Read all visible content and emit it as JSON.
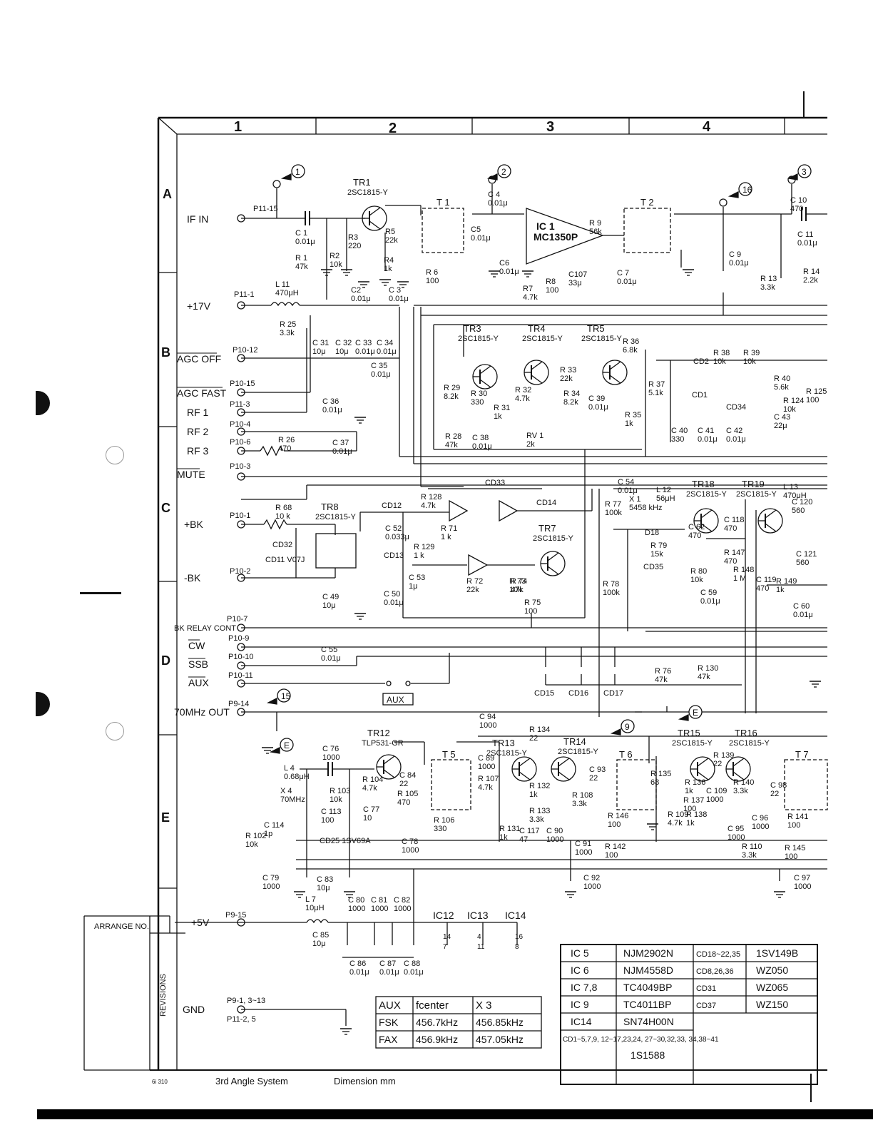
{
  "title_block": {
    "arrange_no": "ARRANGE NO.",
    "revisions": "REVISIONS",
    "sheet_code": "6i 310",
    "angle_system": "3rd Angle System",
    "dimension": "Dimension mm"
  },
  "columns": [
    "1",
    "2",
    "3",
    "4"
  ],
  "rows": [
    "A",
    "B",
    "C",
    "D",
    "E"
  ],
  "connectors": [
    {
      "label": "IF IN",
      "pin": "P11-15"
    },
    {
      "label": "+17V",
      "pin": "P11-1"
    },
    {
      "label": "AGC OFF",
      "pin": "P10-12"
    },
    {
      "label": "AGC FAST",
      "pin": "P10-15"
    },
    {
      "label": "RF 1",
      "pin": "P11-3"
    },
    {
      "label": "RF 2",
      "pin": "P10-4"
    },
    {
      "label": "RF 3",
      "pin": "P10-6"
    },
    {
      "label": "MUTE",
      "pin": "P10-3"
    },
    {
      "label": "+BK",
      "pin": "P10-1"
    },
    {
      "label": "-BK",
      "pin": "P10-2"
    },
    {
      "label": "BK RELAY CONT",
      "pin": "P10-7"
    },
    {
      "label": "CW",
      "pin": "P10-9"
    },
    {
      "label": "SSB",
      "pin": "P10-10"
    },
    {
      "label": "AUX",
      "pin": "P10-11"
    },
    {
      "label": "70MHz OUT",
      "pin": "P9-14"
    },
    {
      "label": "+5V",
      "pin": "P9-15"
    },
    {
      "label": "GND",
      "pin": "P9-1, 3~13"
    },
    {
      "label": "",
      "pin": "P11-2, 5"
    }
  ],
  "test_points": [
    "1",
    "2",
    "3",
    "16",
    "15",
    "9",
    "E",
    "E"
  ],
  "transistors": [
    {
      "ref": "TR1",
      "type": "2SC1815-Y"
    },
    {
      "ref": "TR3",
      "type": "2SC1815-Y"
    },
    {
      "ref": "TR4",
      "type": "2SC1815-Y"
    },
    {
      "ref": "TR5",
      "type": "2SC1815-Y"
    },
    {
      "ref": "TR7",
      "type": "2SC1815-Y"
    },
    {
      "ref": "TR8",
      "type": "2SC1815-Y"
    },
    {
      "ref": "TR12",
      "type": "TLP531-GR"
    },
    {
      "ref": "TR13",
      "type": "2SC1815-Y"
    },
    {
      "ref": "TR14",
      "type": "2SC1815-Y"
    },
    {
      "ref": "TR15",
      "type": "2SC1815-Y"
    },
    {
      "ref": "TR16",
      "type": "2SC1815-Y"
    },
    {
      "ref": "TR18",
      "type": "2SC1815-Y"
    },
    {
      "ref": "TR19",
      "type": "2SC1815-Y"
    }
  ],
  "ic1": {
    "ref": "IC 1",
    "type": "MC1350P"
  },
  "transformers": [
    "T 1",
    "T 2",
    "T 5",
    "T 6",
    "T 7"
  ],
  "parts_a": [
    {
      "ref": "C 1",
      "value": "0.01μ"
    },
    {
      "ref": "R 1",
      "value": "47k"
    },
    {
      "ref": "R2",
      "value": "10k"
    },
    {
      "ref": "R3",
      "value": "220"
    },
    {
      "ref": "R5",
      "value": "22k"
    },
    {
      "ref": "R4",
      "value": "1k"
    },
    {
      "ref": "C2",
      "value": "0.01μ"
    },
    {
      "ref": "C 3",
      "value": "0.01μ"
    },
    {
      "ref": "C 4",
      "value": "0.01μ"
    },
    {
      "ref": "C5",
      "value": "0.01μ"
    },
    {
      "ref": "R 6",
      "value": "100"
    },
    {
      "ref": "C6",
      "value": "0.01μ"
    },
    {
      "ref": "R7",
      "value": "4.7k"
    },
    {
      "ref": "R8",
      "value": "100"
    },
    {
      "ref": "R 9",
      "value": "56k"
    },
    {
      "ref": "C107",
      "value": "33μ"
    },
    {
      "ref": "C 7",
      "value": "0.01μ"
    },
    {
      "ref": "C 9",
      "value": "0.01μ"
    },
    {
      "ref": "C 10",
      "value": "470"
    },
    {
      "ref": "C 11",
      "value": "0.01μ"
    },
    {
      "ref": "R 13",
      "value": "3.3k"
    },
    {
      "ref": "R 14",
      "value": "2.2k"
    },
    {
      "ref": "L 11",
      "value": "470μH"
    },
    {
      "ref": "R 25",
      "value": "3.3k"
    }
  ],
  "parts_b": [
    {
      "ref": "C 31",
      "value": "10μ"
    },
    {
      "ref": "C 32",
      "value": "10μ"
    },
    {
      "ref": "C 33",
      "value": "0.01μ"
    },
    {
      "ref": "C 34",
      "value": "0.01μ"
    },
    {
      "ref": "C 35",
      "value": "0.01μ"
    },
    {
      "ref": "C 36",
      "value": "0.01μ"
    },
    {
      "ref": "R 26",
      "value": "470"
    },
    {
      "ref": "C 37",
      "value": "0.01μ"
    },
    {
      "ref": "R 36",
      "value": "6.8k"
    },
    {
      "ref": "R 29",
      "value": "8.2k"
    },
    {
      "ref": "R 30",
      "value": "330"
    },
    {
      "ref": "R 31",
      "value": "1k"
    },
    {
      "ref": "R 32",
      "value": "4.7k"
    },
    {
      "ref": "R 33",
      "value": "22k"
    },
    {
      "ref": "R 34",
      "value": "8.2k"
    },
    {
      "ref": "C 39",
      "value": "0.01μ"
    },
    {
      "ref": "R 35",
      "value": "1k"
    },
    {
      "ref": "R 37",
      "value": "5.1k"
    },
    {
      "ref": "R 28",
      "value": "47k"
    },
    {
      "ref": "C 38",
      "value": "0.01μ"
    },
    {
      "ref": "RV 1",
      "value": "2k"
    },
    {
      "ref": "C 40",
      "value": "330"
    },
    {
      "ref": "C 41",
      "value": "0.01μ"
    },
    {
      "ref": "C 42",
      "value": "0.01μ"
    },
    {
      "ref": "R 38",
      "value": "10k"
    },
    {
      "ref": "R 39",
      "value": "10k"
    },
    {
      "ref": "R 40",
      "value": "5.6k"
    },
    {
      "ref": "R 124",
      "value": "10k"
    },
    {
      "ref": "C 43",
      "value": "22μ"
    },
    {
      "ref": "R 125",
      "value": "100"
    }
  ],
  "parts_c": [
    {
      "ref": "R 68",
      "value": "10 k"
    },
    {
      "ref": "R 128",
      "value": "4.7k"
    },
    {
      "ref": "C 52",
      "value": "0.033μ"
    },
    {
      "ref": "R 71",
      "value": "1 k"
    },
    {
      "ref": "R 129",
      "value": "1 k"
    },
    {
      "ref": "C 53",
      "value": "1μ"
    },
    {
      "ref": "R 72",
      "value": "22k"
    },
    {
      "ref": "R 73",
      "value": "10k"
    },
    {
      "ref": "R 74",
      "value": "47k"
    },
    {
      "ref": "R 75",
      "value": "100"
    },
    {
      "ref": "C 49",
      "value": "10μ"
    },
    {
      "ref": "C 50",
      "value": "0.01μ"
    },
    {
      "ref": "C 54",
      "value": "0.01μ"
    },
    {
      "ref": "L 12",
      "value": "56μH"
    },
    {
      "ref": "X 1",
      "value": "5458 kHz"
    },
    {
      "ref": "R 77",
      "value": "100k"
    },
    {
      "ref": "R 79",
      "value": "15k"
    },
    {
      "ref": "C 62",
      "value": "470"
    },
    {
      "ref": "R 80",
      "value": "10k"
    },
    {
      "ref": "C 59",
      "value": "0.01μ"
    },
    {
      "ref": "R 78",
      "value": "100k"
    },
    {
      "ref": "C 118",
      "value": "470"
    },
    {
      "ref": "R 147",
      "value": "470"
    },
    {
      "ref": "R 148",
      "value": "1 M"
    },
    {
      "ref": "C 119",
      "value": "470"
    },
    {
      "ref": "R 149",
      "value": "1k"
    },
    {
      "ref": "C 60",
      "value": "0.01μ"
    },
    {
      "ref": "L 13",
      "value": "470μH"
    },
    {
      "ref": "C 120",
      "value": "560"
    },
    {
      "ref": "C 121",
      "value": "560"
    }
  ],
  "diodes": [
    "CD2",
    "CD1",
    "CD34",
    "CD33",
    "CD14",
    "CD12",
    "CD13",
    "CD32",
    "CD11 V07J",
    "D18",
    "CD35",
    "CD15",
    "CD16",
    "CD17",
    "CD25 1SV69A"
  ],
  "parts_d": [
    {
      "ref": "C 55",
      "value": "0.01μ"
    },
    {
      "ref": "R 76",
      "value": "47k"
    },
    {
      "ref": "R 130",
      "value": "47k"
    }
  ],
  "aux_label": "AUX",
  "parts_e": [
    {
      "ref": "C 94",
      "value": "1000"
    },
    {
      "ref": "R 134",
      "value": "22"
    },
    {
      "ref": "C 76",
      "value": "1000"
    },
    {
      "ref": "L 4",
      "value": "0.68μH"
    },
    {
      "ref": "X 4",
      "value": "70MHz"
    },
    {
      "ref": "C 113",
      "value": "100"
    },
    {
      "ref": "C 114",
      "value": "1p"
    },
    {
      "ref": "R 102",
      "value": "10k"
    },
    {
      "ref": "R 103",
      "value": "10k"
    },
    {
      "ref": "R 104",
      "value": "4.7k"
    },
    {
      "ref": "C 77",
      "value": "10"
    },
    {
      "ref": "C 84",
      "value": "22"
    },
    {
      "ref": "R 105",
      "value": "470"
    },
    {
      "ref": "R 106",
      "value": "330"
    },
    {
      "ref": "C 78",
      "value": "1000"
    },
    {
      "ref": "C 89",
      "value": "1000"
    },
    {
      "ref": "R 107",
      "value": "4.7k"
    },
    {
      "ref": "R 132",
      "value": "1k"
    },
    {
      "ref": "R 133",
      "value": "3.3k"
    },
    {
      "ref": "R 131",
      "value": "1k"
    },
    {
      "ref": "C 117",
      "value": "47"
    },
    {
      "ref": "C 90",
      "value": "1000"
    },
    {
      "ref": "C 93",
      "value": "22"
    },
    {
      "ref": "R 108",
      "value": "3.3k"
    },
    {
      "ref": "R 146",
      "value": "100"
    },
    {
      "ref": "R 135",
      "value": "68"
    },
    {
      "ref": "C 91",
      "value": "1000"
    },
    {
      "ref": "R 142",
      "value": "100"
    },
    {
      "ref": "C 92",
      "value": "1000"
    },
    {
      "ref": "R 139",
      "value": "22"
    },
    {
      "ref": "R 136",
      "value": "1k"
    },
    {
      "ref": "R 137",
      "value": "100"
    },
    {
      "ref": "R 140",
      "value": "3.3k"
    },
    {
      "ref": "C 109",
      "value": "1000"
    },
    {
      "ref": "R 109",
      "value": "4.7k"
    },
    {
      "ref": "R 138",
      "value": "1k"
    },
    {
      "ref": "C 95",
      "value": "1000"
    },
    {
      "ref": "C 96",
      "value": "1000"
    },
    {
      "ref": "C 98",
      "value": "22"
    },
    {
      "ref": "R 141",
      "value": "100"
    },
    {
      "ref": "R 110",
      "value": "3.3k"
    },
    {
      "ref": "R 145",
      "value": "100"
    },
    {
      "ref": "C 97",
      "value": "1000"
    },
    {
      "ref": "C 79",
      "value": "1000"
    },
    {
      "ref": "C 83",
      "value": "10μ"
    },
    {
      "ref": "C 80",
      "value": "1000"
    },
    {
      "ref": "C 81",
      "value": "1000"
    },
    {
      "ref": "C 82",
      "value": "1000"
    },
    {
      "ref": "L 7",
      "value": "10μH"
    },
    {
      "ref": "C 85",
      "value": "10μ"
    },
    {
      "ref": "C 86",
      "value": "0.01μ"
    },
    {
      "ref": "C 87",
      "value": "0.01μ"
    },
    {
      "ref": "C 88",
      "value": "0.01μ"
    }
  ],
  "power_ics": [
    {
      "name": "IC12",
      "vcc": "14",
      "gnd": "7"
    },
    {
      "name": "IC13",
      "vcc": "4",
      "gnd": "11"
    },
    {
      "name": "IC14",
      "vcc": "16",
      "gnd": "8"
    }
  ],
  "aux_table": {
    "headers": [
      "AUX",
      "fcenter",
      "X 3"
    ],
    "rows": [
      [
        "FSK",
        "456.7kHz",
        "456.85kHz"
      ],
      [
        "FAX",
        "456.9kHz",
        "457.05kHz"
      ]
    ]
  },
  "ic_table": [
    [
      "IC 5",
      "NJM2902N",
      "CD18~22,35",
      "1SV149B"
    ],
    [
      "IC 6",
      "NJM4558D",
      "CD8,26,36",
      "WZ050"
    ],
    [
      "IC 7,8",
      "TC4049BP",
      "CD31",
      "WZ065"
    ],
    [
      "IC 9",
      "TC4011BP",
      "CD37",
      "WZ150"
    ],
    [
      "IC14",
      "SN74H00N",
      "",
      ""
    ]
  ],
  "diode_list": {
    "refs": "CD1~5,7,9, 12~17,23,24, 27~30,32,33, 34,38~41",
    "part": "1S1588"
  }
}
